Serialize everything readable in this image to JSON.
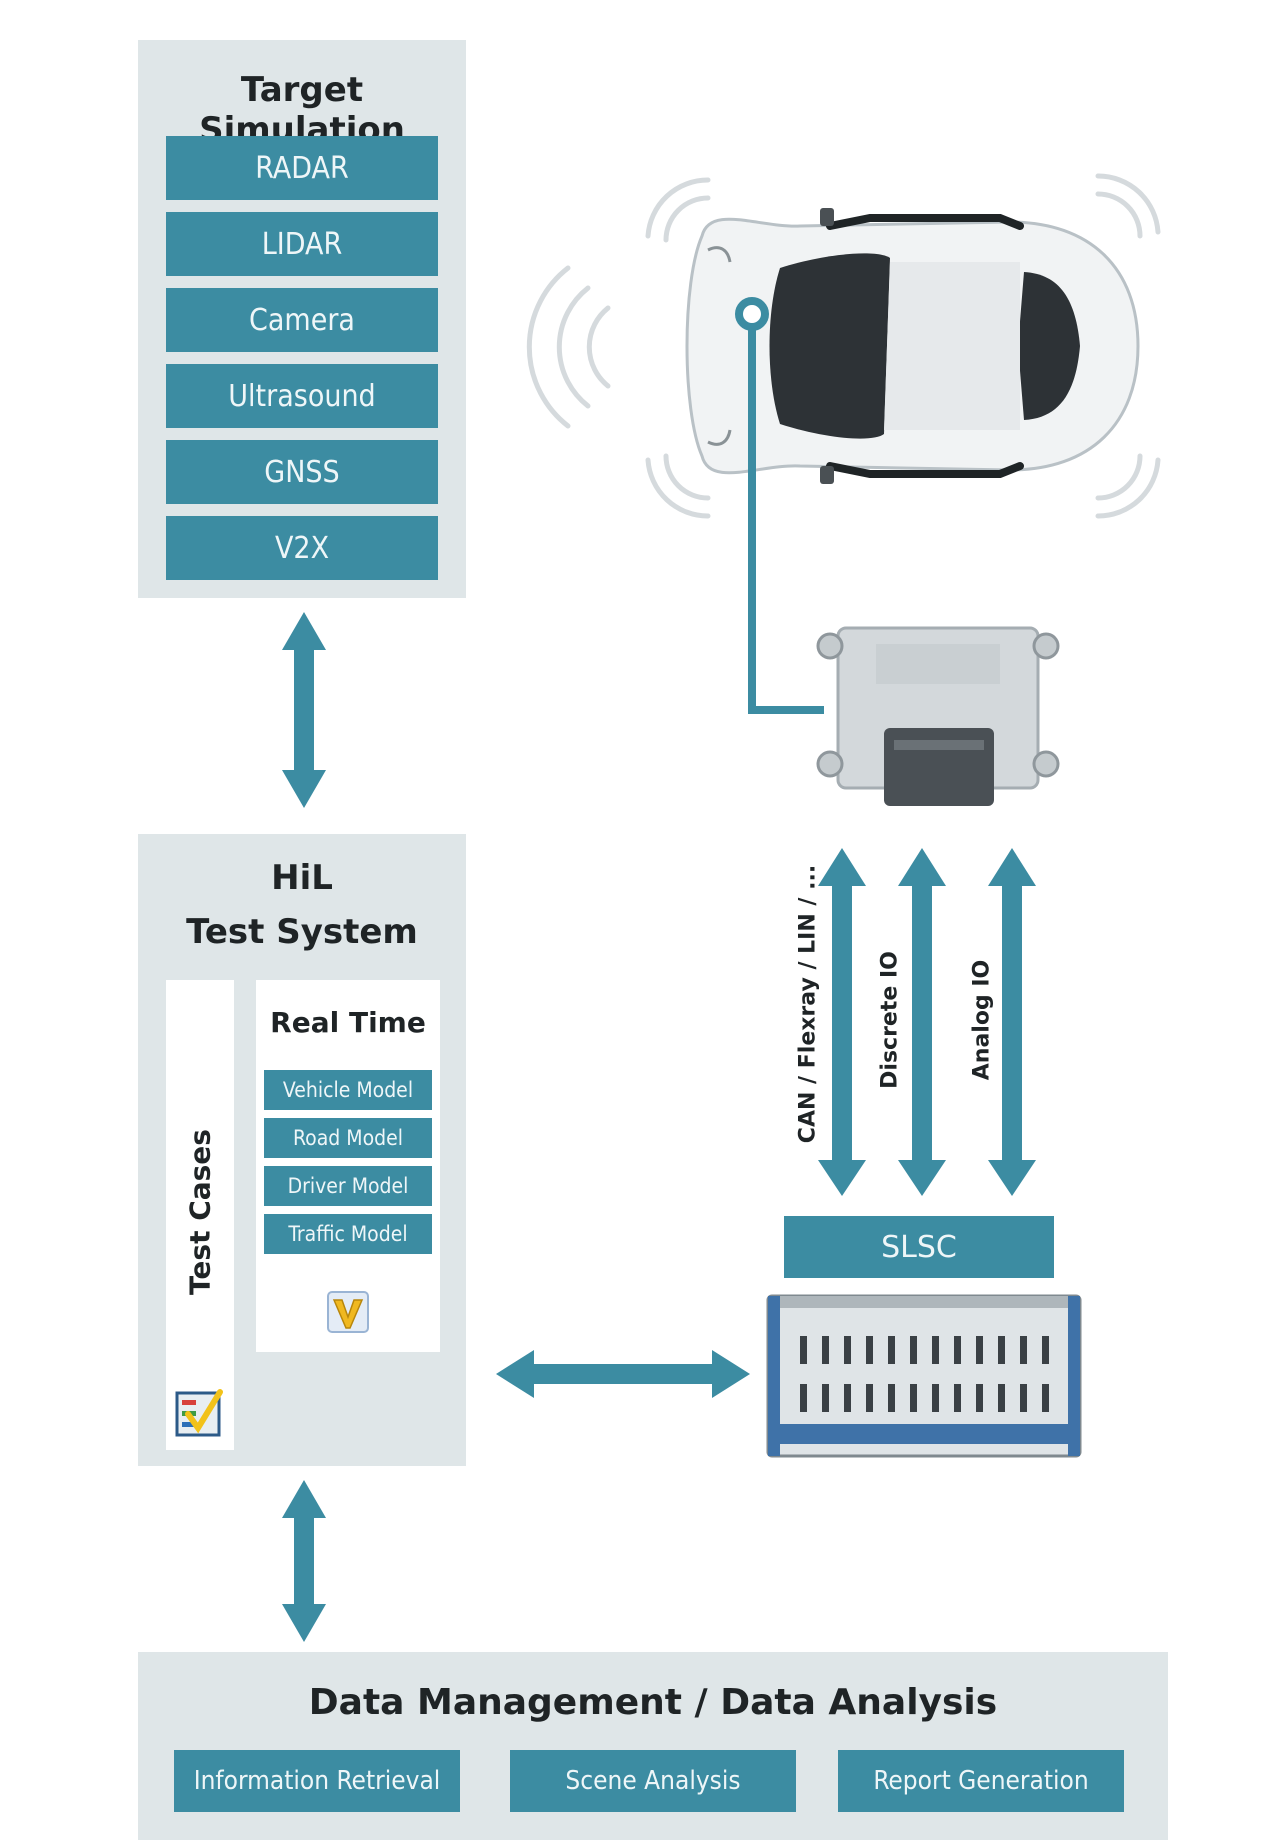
{
  "target_simulation": {
    "title": "Target Simulation",
    "items": [
      "RADAR",
      "LIDAR",
      "Camera",
      "Ultrasound",
      "GNSS",
      "V2X"
    ]
  },
  "hil": {
    "title_line1": "HiL",
    "title_line2": "Test System",
    "test_cases_label": "Test Cases",
    "real_time": {
      "title": "Real Time",
      "models": [
        "Vehicle Model",
        "Road Model",
        "Driver Model",
        "Traffic Model"
      ]
    }
  },
  "io": {
    "bus_label": "CAN / Flexray / LIN / ...",
    "discrete_label": "Discrete IO",
    "analog_label": "Analog IO",
    "slsc_label": "SLSC"
  },
  "data_management": {
    "title": "Data Management / Data Analysis",
    "items": [
      "Information Retrieval",
      "Scene Analysis",
      "Report Generation"
    ]
  },
  "colors": {
    "teal": "#3c8ca2",
    "panel": "#dfe6e8",
    "text": "#1f2426"
  }
}
